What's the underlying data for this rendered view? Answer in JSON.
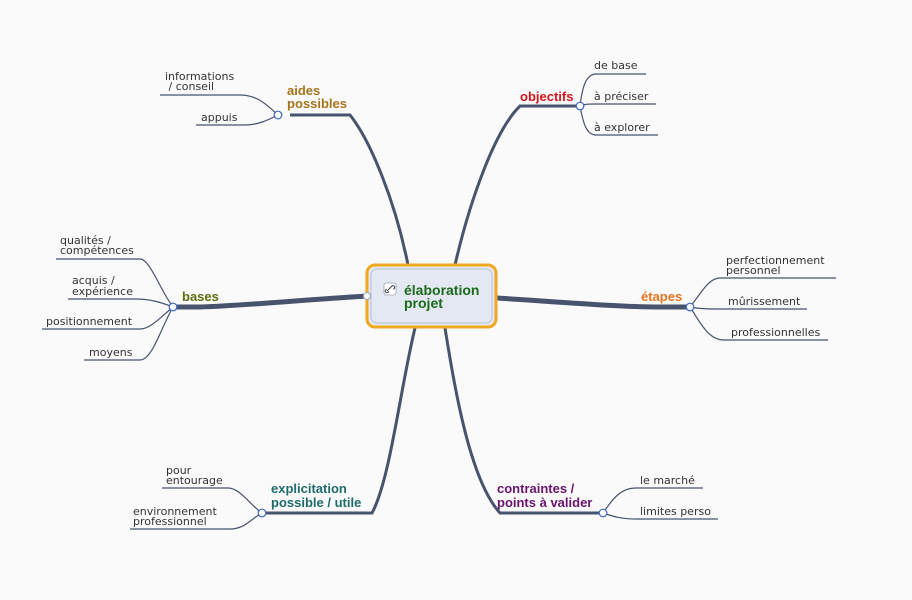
{
  "center": {
    "title_line1": "élaboration",
    "title_line2": "projet",
    "icon": "link-icon"
  },
  "branches": {
    "aides": {
      "line1": "aides",
      "line2": "possibles",
      "color": "#a6721a",
      "leaves": [
        {
          "line1": "informations",
          "line2": " / conseil"
        },
        {
          "line1": "appuis"
        }
      ]
    },
    "objectifs": {
      "line1": "objectifs",
      "color": "#d3151b",
      "leaves": [
        {
          "line1": "de base"
        },
        {
          "line1": "à préciser"
        },
        {
          "line1": "à explorer"
        }
      ]
    },
    "bases": {
      "line1": "bases",
      "color": "#5f6b0e",
      "leaves": [
        {
          "line1": "qualités /",
          "line2": "compétences"
        },
        {
          "line1": "acquis /",
          "line2": "expérience"
        },
        {
          "line1": "positionnement"
        },
        {
          "line1": "moyens"
        }
      ]
    },
    "etapes": {
      "line1": "étapes",
      "color": "#e8741e",
      "leaves": [
        {
          "line1": "perfectionnement",
          "line2": "personnel"
        },
        {
          "line1": "mûrissement"
        },
        {
          "line1": "professionnelles"
        }
      ]
    },
    "explicitation": {
      "line1": "explicitation",
      "line2": "possible / utile",
      "color": "#1f6b6b",
      "leaves": [
        {
          "line1": "pour",
          "line2": "entourage"
        },
        {
          "line1": "environnement",
          "line2": "professionnel"
        }
      ]
    },
    "contraintes": {
      "line1": "contraintes /",
      "line2": "points à valider",
      "color": "#6a1470",
      "leaves": [
        {
          "line1": "le marché"
        },
        {
          "line1": "limites perso"
        }
      ]
    }
  }
}
